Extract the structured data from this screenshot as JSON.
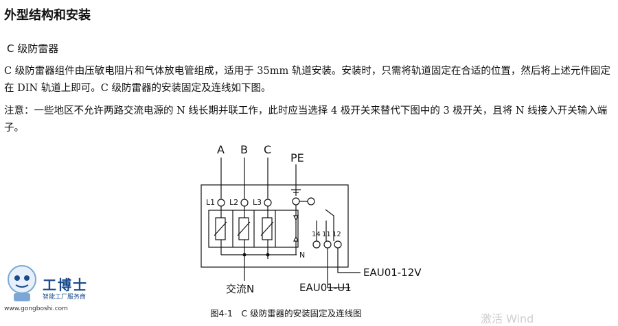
{
  "heading": "外型结构和安装",
  "subheading": "C 级防雷器",
  "paragraph1": "C 级防雷器组件由压敏电阻片和气体放电管组成，适用于 35mm 轨道安装。安装时，只需将轨道固定在合适的位置，然后将上述元件固定在 DIN 轨道上即可。C 级防雷器的安装固定及连线如下图。",
  "paragraph2": "注意：一些地区不允许两路交流电源的 N 线长期并联工作，此时应当选择 4 极开关来替代下图中的 3 极开关，且将 N 线接入开关输入端子。",
  "diagram": {
    "phase_a": "A",
    "phase_b": "B",
    "phase_c": "C",
    "pe": "PE",
    "l1": "L1",
    "l2": "L2",
    "l3": "L3",
    "n_inner": "N",
    "t14": "14",
    "t11": "11",
    "t12": "12",
    "ac_n": "交流N",
    "eau_u1": "EAU01-U1",
    "eau_12v": "EAU01-12V"
  },
  "caption": "图4-1　C 级防雷器的安装固定及连线图",
  "logo": {
    "name": "工博士",
    "sub": "智能工厂服务商",
    "url": "www.gongboshi.com"
  },
  "watermark": "激活 Wind"
}
